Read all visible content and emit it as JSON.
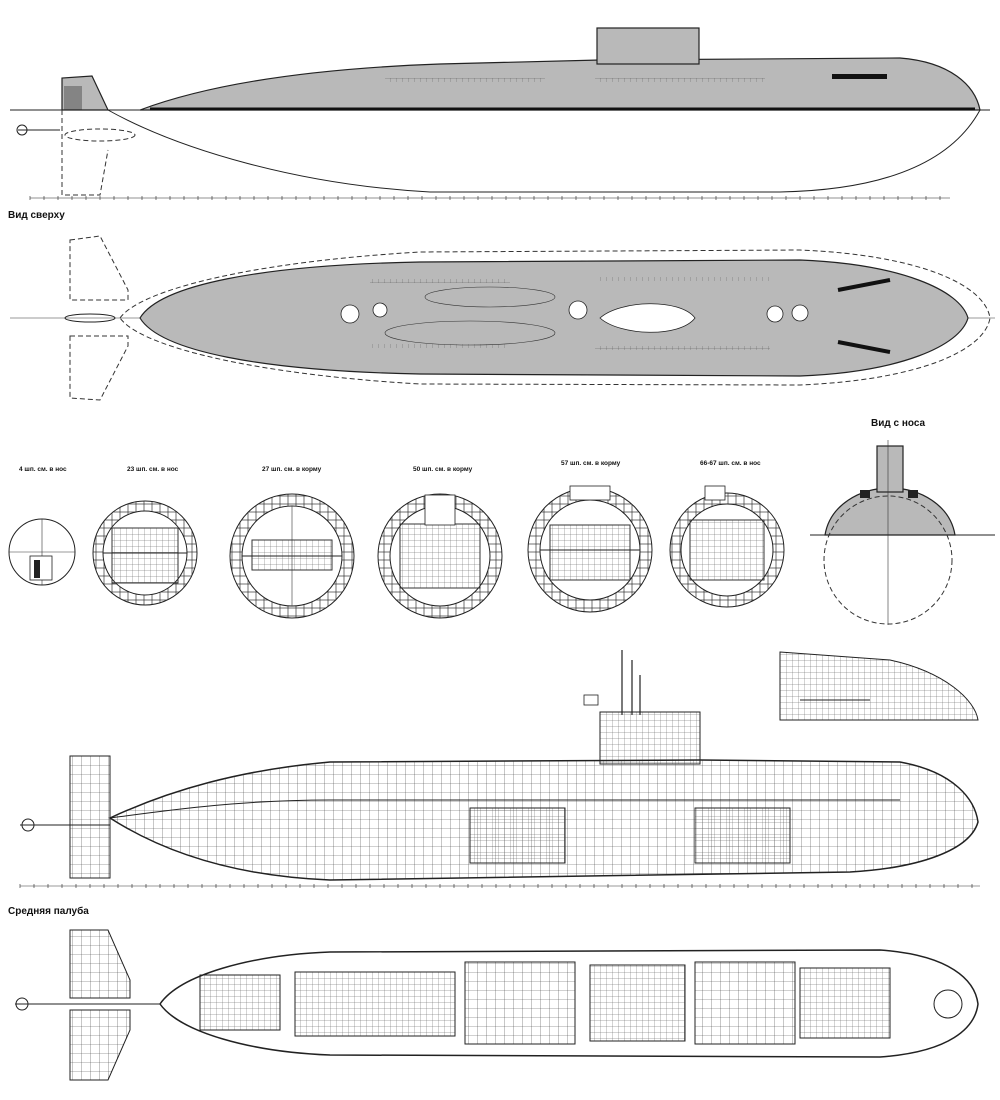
{
  "labels": {
    "top_view": "Вид сверху",
    "bow_view": "Вид с носа",
    "middle_deck": "Средняя палуба"
  },
  "sections": [
    {
      "label": "4 шп. см. в нос"
    },
    {
      "label": "23 шп. см. в нос"
    },
    {
      "label": "27 шп. см. в корму"
    },
    {
      "label": "50 шп. см. в корму"
    },
    {
      "label": "57 шп. см. в корму"
    },
    {
      "label": "66-67 шп. см. в нос"
    }
  ],
  "colors": {
    "hull_gray": "#b9b9b9",
    "ink": "#222222",
    "background": "#ffffff"
  }
}
